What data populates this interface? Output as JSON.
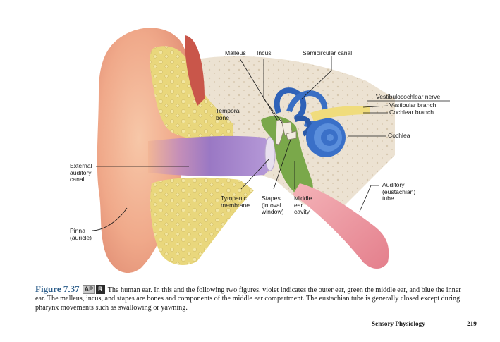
{
  "labels": {
    "malleus": "Malleus",
    "incus": "Incus",
    "semicircular_canal": "Semicircular canal",
    "vestibulocochlear_nerve": "Vestibulocochlear nerve",
    "vestibular_branch": "Vestibular branch",
    "cochlear_branch": "Cochlear branch",
    "temporal_bone": "Temporal\nbone",
    "cochlea": "Cochlea",
    "external_auditory_canal": "External\nauditory\ncanal",
    "auditory_tube": "Auditory\n(eustachian)\ntube",
    "tympanic_membrane": "Tympanic\nmembrane",
    "stapes": "Stapes\n(in oval\nwindow)",
    "middle_ear_cavity": "Middle\near\ncavity",
    "pinna": "Pinna\n(auricle)"
  },
  "caption": {
    "figure_number": "Figure 7.37",
    "apr_a": "AP",
    "apr_r": "R",
    "text": "The human ear. In this and the following two figures, violet indicates the outer ear, green the middle ear, and blue the inner ear. The malleus, incus, and stapes are bones and components of the middle ear compartment. The eustachian tube is generally closed except during pharynx movements such as swallowing or yawning."
  },
  "footer": {
    "section": "Sensory Physiology",
    "page": "219"
  },
  "colors": {
    "outer_ear": "#9a78c4",
    "middle_ear": "#7aa84a",
    "inner_ear": "#2f62b8",
    "skin": "#f3b28f",
    "bone": "#eadfcf",
    "cartilage": "#ecd97a",
    "tube": "#ef9ba6"
  }
}
